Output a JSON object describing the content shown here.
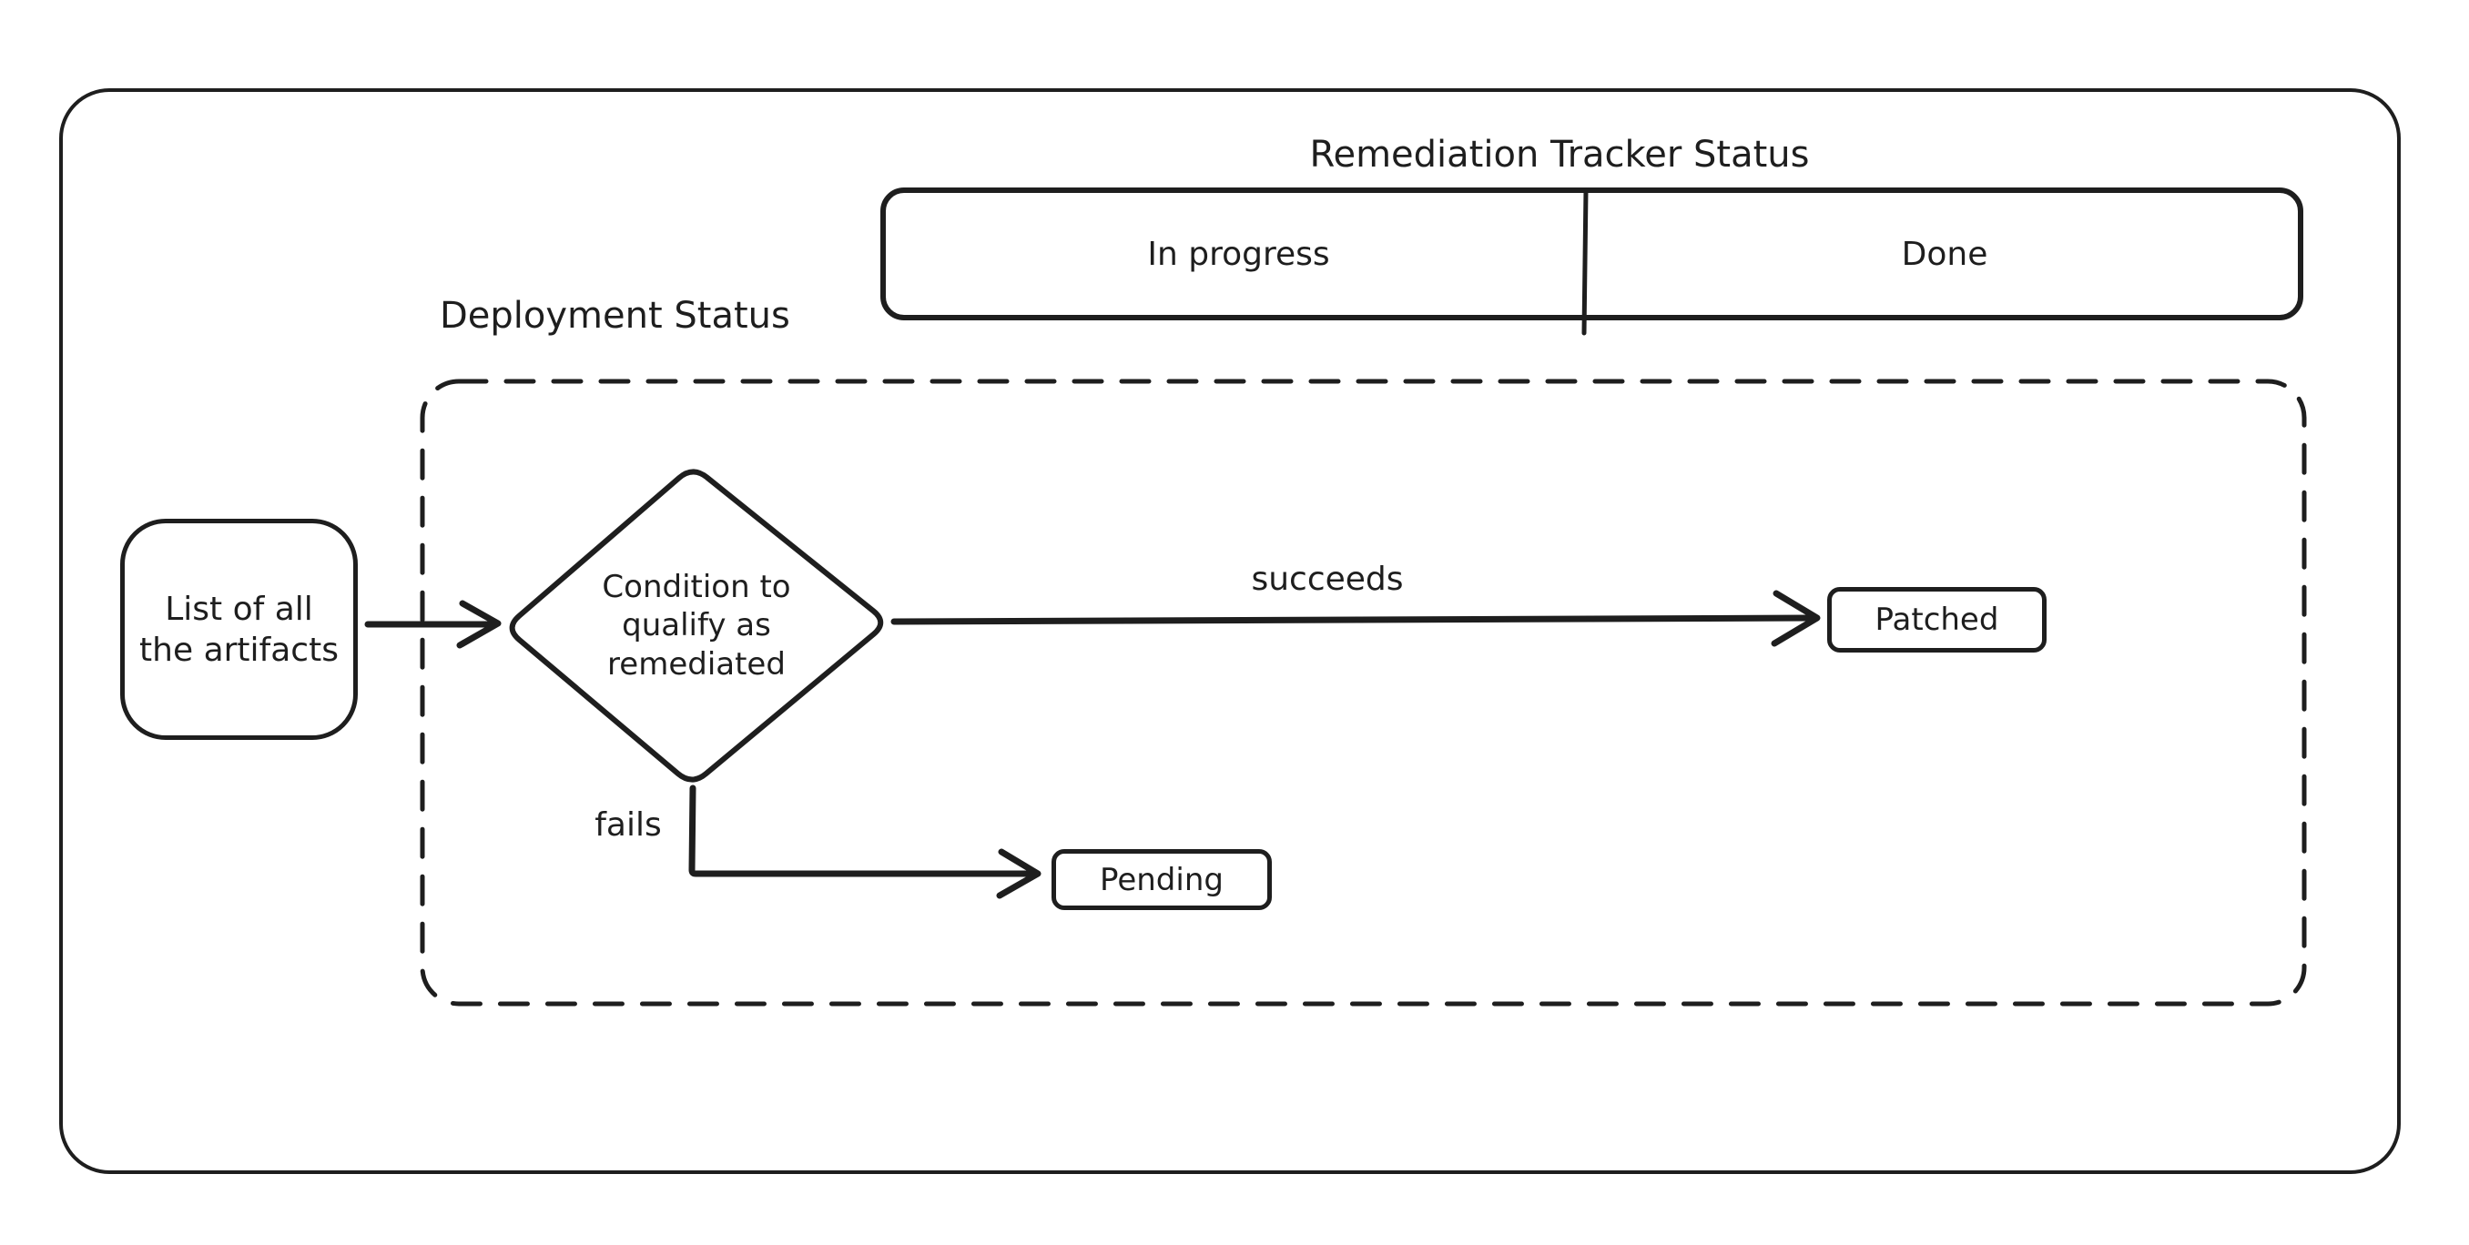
{
  "app": {
    "background": "#ffffff",
    "ink_color": "#1e1e1e",
    "style": "hand-drawn-whiteboard"
  },
  "tracker": {
    "title": "Remediation Tracker Status",
    "columns": [
      {
        "label": "In progress"
      },
      {
        "label": "Done"
      }
    ]
  },
  "deployment": {
    "label": "Deployment Status",
    "source_box": "List of all\nthe artifacts",
    "decision": "Condition to\nqualify as\nremediated",
    "edges": {
      "success": "succeeds",
      "failure": "fails"
    },
    "outcomes": {
      "success": "Patched",
      "failure": "Pending"
    }
  }
}
